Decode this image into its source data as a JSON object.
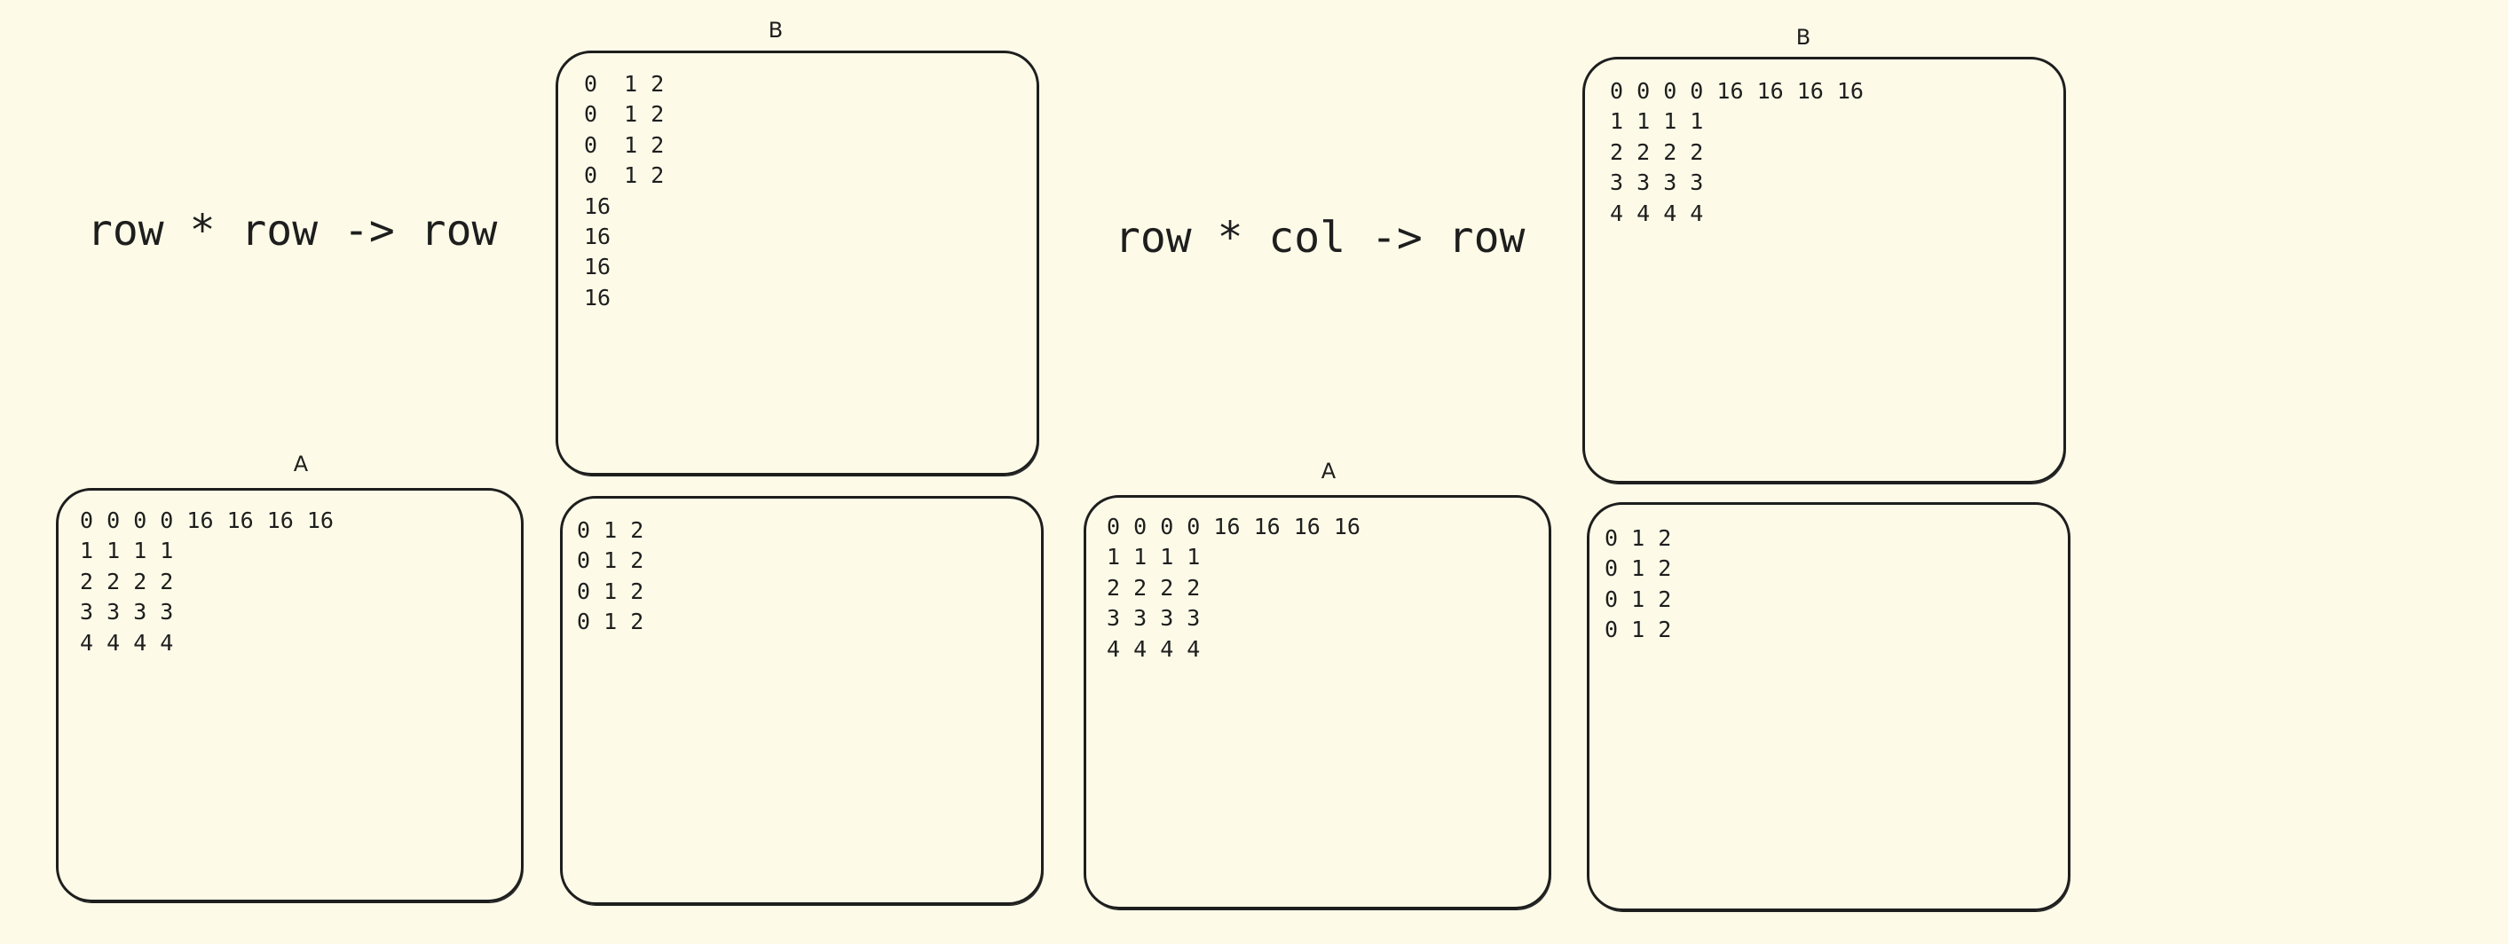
{
  "colors": {
    "background": "#fdfbe8",
    "stroke": "#1e1e1e"
  },
  "left": {
    "heading": "row * row -> row",
    "matrix_b": {
      "label": "B",
      "rows": [
        "0  1 2",
        "0  1 2",
        "0  1 2",
        "0  1 2",
        "16",
        "16",
        "16",
        "16"
      ]
    },
    "matrix_a": {
      "label": "A",
      "rows": [
        "0 0 0 0 16 16 16 16",
        "1 1 1 1",
        "2 2 2 2",
        "3 3 3 3",
        "4 4 4 4"
      ]
    },
    "result": {
      "rows": [
        "0 1 2",
        "0 1 2",
        "0 1 2",
        "0 1 2"
      ]
    }
  },
  "right": {
    "heading": "row * col -> row",
    "matrix_b": {
      "label": "B",
      "rows": [
        "0 0 0 0 16 16 16 16",
        "1 1 1 1",
        "2 2 2 2",
        "3 3 3 3",
        "4 4 4 4"
      ]
    },
    "matrix_a": {
      "label": "A",
      "rows": [
        "0 0 0 0 16 16 16 16",
        "1 1 1 1",
        "2 2 2 2",
        "3 3 3 3",
        "4 4 4 4"
      ]
    },
    "result": {
      "rows": [
        "0 1 2",
        "0 1 2",
        "0 1 2",
        "0 1 2"
      ]
    }
  }
}
